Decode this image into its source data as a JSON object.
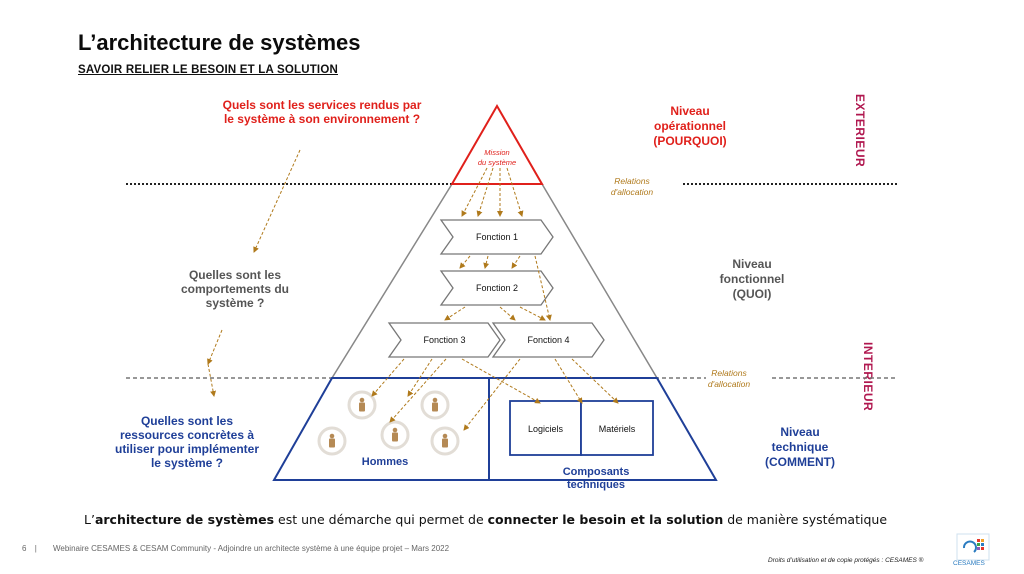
{
  "slide": {
    "title": "L’architecture de systèmes",
    "subtitle": "SAVOIR RELIER LE BESOIN ET LA SOLUTION"
  },
  "questions": {
    "services": "Quels sont les services rendus par le système à son environnement ?",
    "behaviours": "Quelles sont les comportements du système ?",
    "resources": "Quelles sont les ressources concrètes à utiliser pour implémenter le système ?"
  },
  "levels": {
    "operational": [
      "Niveau",
      "opérationnel",
      "(POURQUOI)"
    ],
    "functional": [
      "Niveau",
      "fonctionnel",
      "(QUOI)"
    ],
    "technical": [
      "Niveau",
      "technique",
      "(COMMENT)"
    ]
  },
  "sides": {
    "exterior": "EXTERIEUR",
    "interior": "INTERIEUR"
  },
  "pyramid": {
    "mission": [
      "Mission",
      "du système"
    ],
    "relations": [
      "Relations",
      "d'allocation"
    ],
    "functions": [
      "Fonction 1",
      "Fonction 2",
      "Fonction 3",
      "Fonction 4"
    ],
    "people_label": "Hommes",
    "software": "Logiciels",
    "hardware": "Matériels",
    "components": [
      "Composants",
      "techniques"
    ]
  },
  "conclusion": {
    "p1": "L’",
    "b1": "architecture de systèmes",
    "p2": " est une démarche qui permet de ",
    "b2": "connecter le besoin et la solution",
    "p3": " de manière systématique"
  },
  "footer": {
    "page": "6",
    "separator": "|",
    "text": "Webinaire CESAMES & CESAM Community - Adjoindre un architecte système à une équipe projet – Mars 2022",
    "rights": "Droits d’utilisation et de copie protégés : CESAMES ®",
    "logo_text": "CESAMES"
  },
  "colors": {
    "red": "#e0201b",
    "blue": "#1f3f98",
    "grey": "#555555",
    "gold": "#b07a1c",
    "person": "#b58a55"
  }
}
